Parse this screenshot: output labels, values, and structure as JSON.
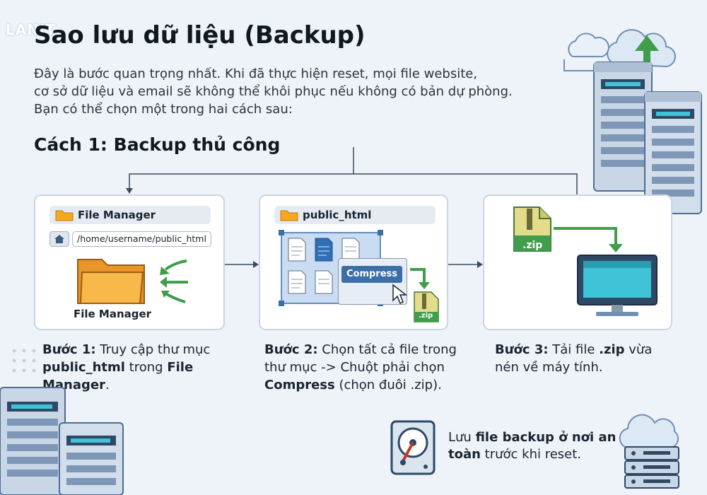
{
  "logo": "LANIT",
  "title": "Sao lưu dữ liệu (Backup)",
  "intro": [
    "Đây là bước quan trọng nhất. Khi đã thực hiện reset, mọi file website,",
    "cơ sở dữ liệu và email sẽ không thể khôi phục nếu không có bản dự phòng.",
    "Bạn có thể chọn một trong hai cách sau:"
  ],
  "subtitle": "Cách 1: Backup thủ công",
  "panel1": {
    "bar_label": "File Manager",
    "path_prefix": "/home/username/",
    "path_bold": "public_html",
    "folder_caption": "File Manager"
  },
  "panel2": {
    "bar_label": "public_html",
    "menu_item": "Compress",
    "zip_label": ".zip"
  },
  "panel3": {
    "zip_label": ".zip"
  },
  "steps": [
    {
      "label": "Bước 1:",
      "t1": " Truy cập thư mục ",
      "b1": "public_html",
      "t2": " trong ",
      "b2": "File Manager",
      "t3": "."
    },
    {
      "label": "Bước 2:",
      "t1": " Chọn tất cả file trong thư mục -> Chuột phải chọn ",
      "b1": "Compress",
      "t2": " (chọn đuôi .zip)."
    },
    {
      "label": "Bước 3:",
      "t1": " Tải file ",
      "b1": ".zip",
      "t2": " vừa nén về máy tính."
    }
  ],
  "note": {
    "t1": "Lưu ",
    "b1": "file backup ở nơi an toàn",
    "t2": " trước khi reset."
  },
  "colors": {
    "accent_green": "#3f9d4b",
    "folder_orange": "#f5a623",
    "server_blue": "#6f8fb5",
    "screen_teal": "#3fc3d6",
    "doc_blue": "#2f6fb5"
  }
}
